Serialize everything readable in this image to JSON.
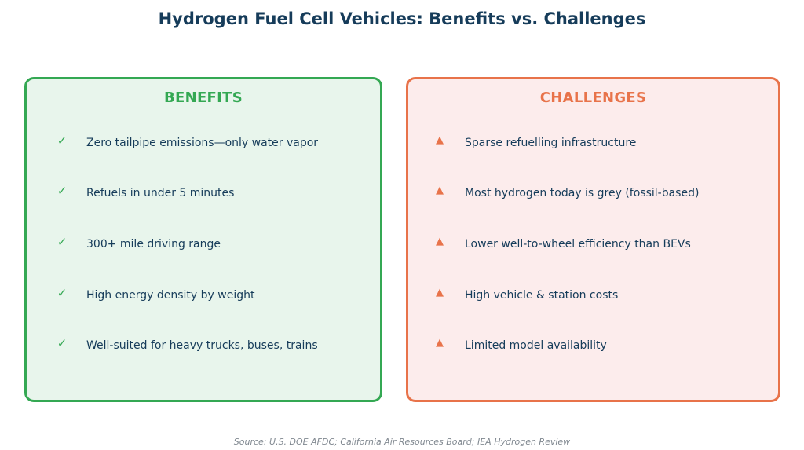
{
  "title": "Hydrogen Fuel Cell Vehicles: Benefits vs. Challenges",
  "benefits": {
    "heading": "BENEFITS",
    "icon": "check-icon",
    "color": "#34a853",
    "items": [
      "Zero tailpipe emissions—only water vapor",
      "Refuels in under 5 minutes",
      "300+ mile driving range",
      "High energy density by weight",
      "Well-suited for heavy trucks, buses, trains"
    ]
  },
  "challenges": {
    "heading": "CHALLENGES",
    "icon": "warning-triangle-icon",
    "color": "#e8734a",
    "items": [
      "Sparse refuelling infrastructure",
      "Most hydrogen today is grey (fossil-based)",
      "Lower well-to-wheel efficiency than BEVs",
      "High vehicle & station costs",
      "Limited model availability"
    ]
  },
  "source": "Source: U.S. DOE AFDC; California Air Resources Board; IEA Hydrogen Review"
}
